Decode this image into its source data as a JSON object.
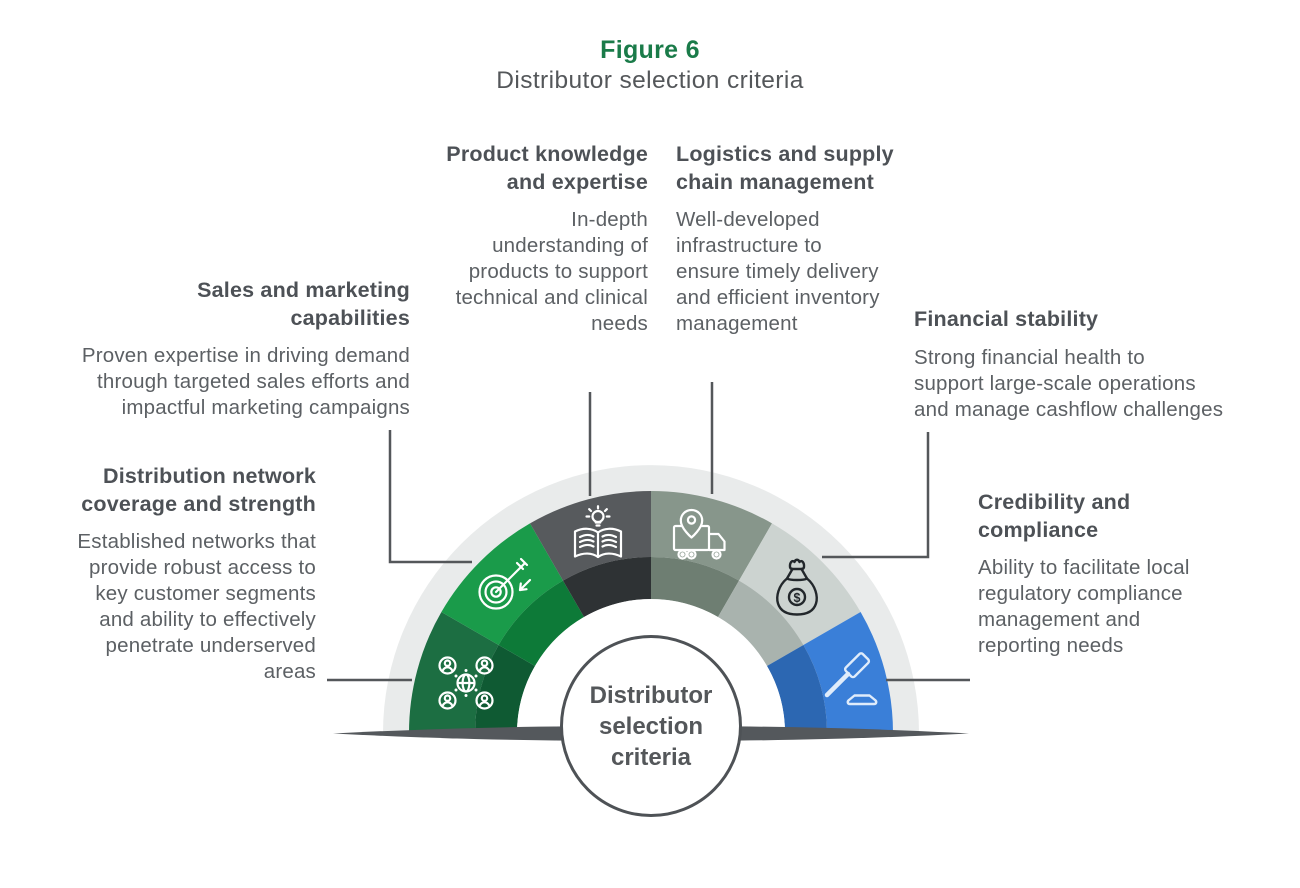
{
  "figure": {
    "label": "Figure 6",
    "title": "Distributor selection criteria"
  },
  "center": {
    "text": "Distributor selection criteria"
  },
  "criteria": [
    {
      "id": "distribution-network",
      "heading": "Distribution network\ncoverage and strength",
      "description": "Established networks that\nprovide robust access to\nkey customer segments\nand ability to effectively\npenetrate underserved\nareas",
      "color": "#1c6e42",
      "inner_color": "#0f5a33",
      "icon": "network-people-icon"
    },
    {
      "id": "sales-marketing",
      "heading": "Sales and marketing\ncapabilities",
      "description": "Proven expertise in driving demand\nthrough targeted sales efforts and\nimpactful marketing campaigns",
      "color": "#1a9b4a",
      "inner_color": "#0d7a38",
      "icon": "target-dart-icon"
    },
    {
      "id": "product-knowledge",
      "heading": "Product knowledge\nand expertise",
      "description": "In-depth\nunderstanding of\nproducts to support\ntechnical and clinical\nneeds",
      "color": "#575a5d",
      "inner_color": "#2e3234",
      "icon": "book-lightbulb-icon"
    },
    {
      "id": "logistics-supply-chain",
      "heading": "Logistics and supply\nchain management",
      "description": "Well-developed\ninfrastructure to\nensure timely delivery\nand efficient inventory\nmanagement",
      "color": "#87968b",
      "inner_color": "#6e7e72",
      "icon": "truck-location-pin-icon"
    },
    {
      "id": "financial-stability",
      "heading": "Financial stability",
      "description": "Strong financial health to\nsupport large-scale operations\nand manage cashflow challenges",
      "color": "#ccd3d0",
      "inner_color": "#a9b3ae",
      "icon": "money-bag-icon"
    },
    {
      "id": "credibility-compliance",
      "heading": "Credibility and\ncompliance",
      "description": "Ability to facilitate local\nregulatory compliance\nmanagement and\nreporting needs",
      "color": "#3a7fd8",
      "inner_color": "#2c67b2",
      "icon": "gavel-icon"
    }
  ],
  "colors": {
    "figure_label": "#1a7b49",
    "halo": "#e9ebeb",
    "inner_background": "#ffffff",
    "base_bar": "#54585c",
    "connector": "#54575a",
    "icon_stroke": "#ffffff",
    "money_bag_stroke": "#22272b",
    "gavel_stroke": "#dfecfb"
  }
}
